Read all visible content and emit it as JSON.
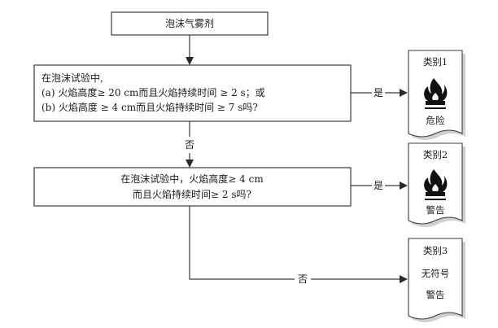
{
  "start": {
    "label": "泡沫气雾剂"
  },
  "q1": {
    "line1": "在泡沫试验中,",
    "line2": "(a)  火焰高度≥ 20 cm而且火焰持续时间 ≥ 2 s；或",
    "line3": "(b)  火焰高度 ≥ 4 cm而且火焰持续时间 ≥ 7 s吗?"
  },
  "q2": {
    "line1": "在泡沫试验中，火焰高度≥ 4 cm",
    "line2": "而且火焰持续时间≥ 2 s吗?"
  },
  "edges": {
    "yes1": "是",
    "no1": "否",
    "yes2": "是",
    "no2": "否"
  },
  "results": [
    {
      "category": "类别1",
      "icon": "flame-pictogram",
      "signal": "危险"
    },
    {
      "category": "类别2",
      "icon": "flame-pictogram",
      "signal": "警告"
    },
    {
      "category": "类别3",
      "symbol": "无符号",
      "signal": "警告"
    }
  ]
}
